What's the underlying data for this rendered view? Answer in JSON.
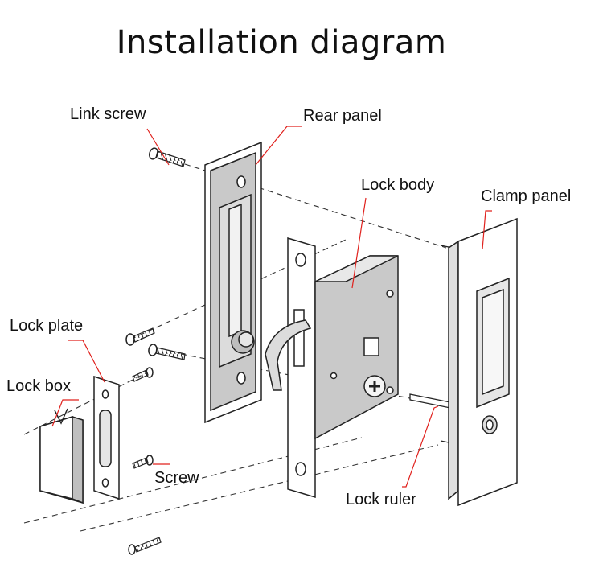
{
  "title": "Installation diagram",
  "labels": {
    "link_screw": "Link screw",
    "rear_panel": "Rear panel",
    "lock_body": "Lock body",
    "clamp_panel": "Clamp panel",
    "lock_plate": "Lock plate",
    "lock_box": "Lock box",
    "screw": "Screw",
    "lock_ruler": "Lock ruler"
  },
  "colors": {
    "leader_line": "#e0201c",
    "outline": "#222222",
    "panel_fill": "#c9c9c9",
    "background": "#ffffff"
  }
}
